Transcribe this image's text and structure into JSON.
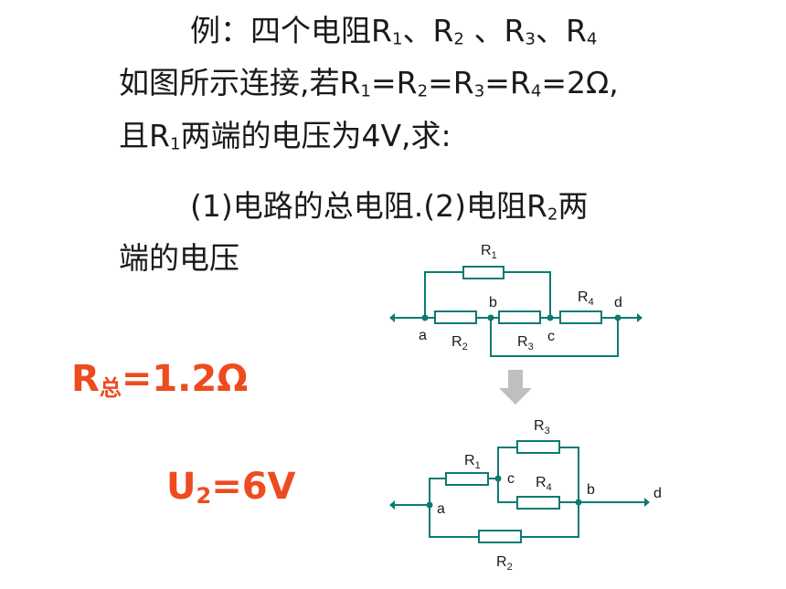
{
  "problem": {
    "line1_lead": "例：四个电阻R",
    "line1_sep1": "、R",
    "line1_sep2": " 、R",
    "line1_sep3": "、R",
    "line2_lead": "如图所示连接,若R",
    "line2_eq": "=R",
    "line2_tail": "=2Ω,",
    "line3_lead": "且R",
    "line3_tail": "两端的电压为4V,求:",
    "q_lead": "(1)电路的总电阻.(2)电阻R",
    "q_tail": "两",
    "q_line2": "端的电压",
    "n1": "1",
    "n2": "2",
    "n3": "3",
    "n4": "4"
  },
  "answers": {
    "r_total_symbol": "R",
    "r_total_sub": "总",
    "r_total_value": "=1.2Ω",
    "u2_symbol": "U",
    "u2_sub": "2",
    "u2_value": "=6V",
    "color": "#ee4b1f"
  },
  "circuit_top": {
    "R_letter": "R",
    "r1_sub": "1",
    "r2_sub": "2",
    "r3_sub": "3",
    "r4_sub": "4",
    "node_a": "a",
    "node_b": "b",
    "node_c": "c",
    "node_d": "d"
  },
  "circuit_bottom": {
    "R_letter": "R",
    "r1_sub": "1",
    "r2_sub": "2",
    "r3_sub": "3",
    "r4_sub": "4",
    "node_a": "a",
    "node_b": "b",
    "node_c": "c",
    "node_d": "d"
  },
  "colors": {
    "wire": "#0b7a72",
    "arrow": "#bfbfbf",
    "answer": "#ee4b1f"
  }
}
